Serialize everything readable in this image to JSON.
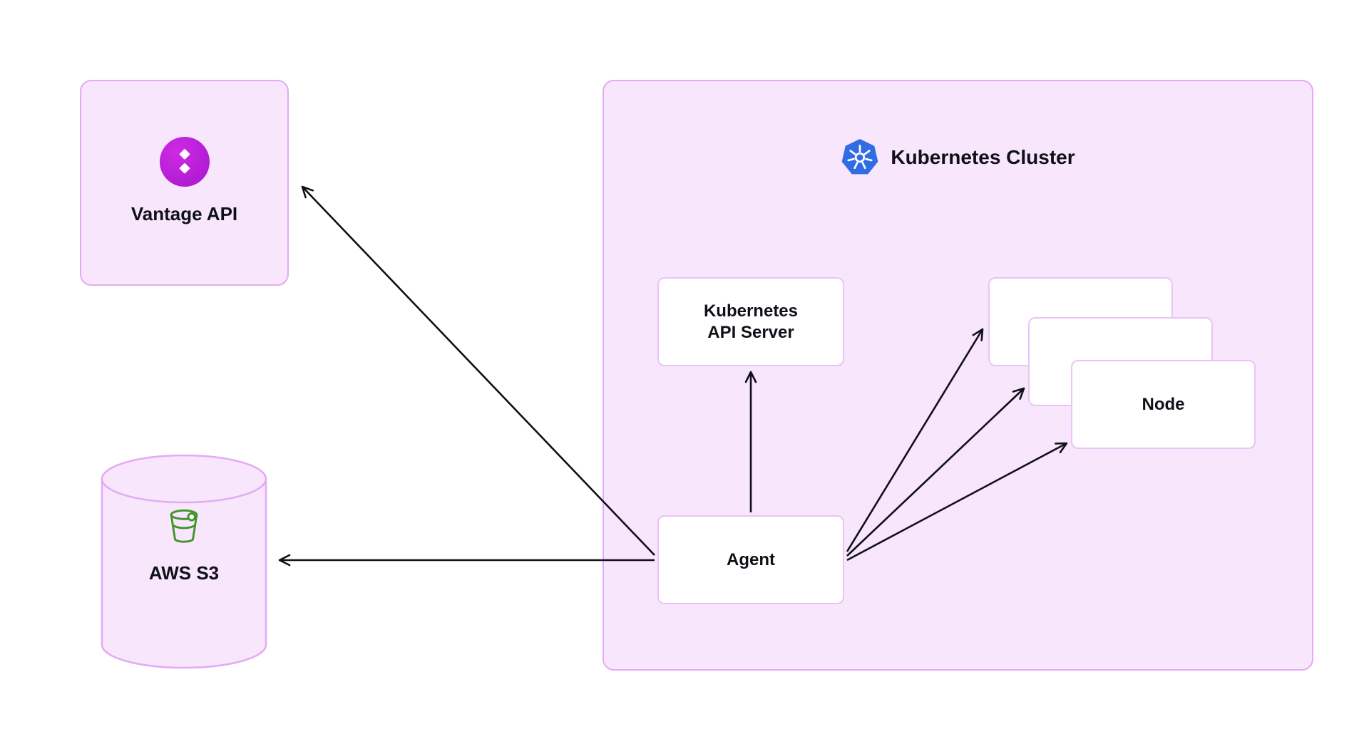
{
  "diagram": {
    "vantage": {
      "label": "Vantage API",
      "icon": "vantage-logo-icon"
    },
    "s3": {
      "label": "AWS S3",
      "icon": "s3-bucket-icon"
    },
    "cluster": {
      "label": "Kubernetes Cluster",
      "icon": "kubernetes-icon"
    },
    "api_server": {
      "label": "Kubernetes API Server"
    },
    "agent": {
      "label": "Agent"
    },
    "node": {
      "label": "Node"
    },
    "edges": [
      {
        "from": "Agent",
        "to": "Vantage API"
      },
      {
        "from": "Agent",
        "to": "AWS S3"
      },
      {
        "from": "Agent",
        "to": "Kubernetes API Server"
      },
      {
        "from": "Agent",
        "to": "Node (back)"
      },
      {
        "from": "Agent",
        "to": "Node (middle)"
      },
      {
        "from": "Agent",
        "to": "Node (front)"
      }
    ],
    "colors": {
      "lavender_fill": "#f7e6fc",
      "purple_border": "#e4aaf2",
      "vantage_purple": "#b41fd3",
      "kubernetes_blue": "#326ce5",
      "s3_green": "#3f9428",
      "arrow_black": "#101018",
      "background": "#ffffff"
    }
  }
}
